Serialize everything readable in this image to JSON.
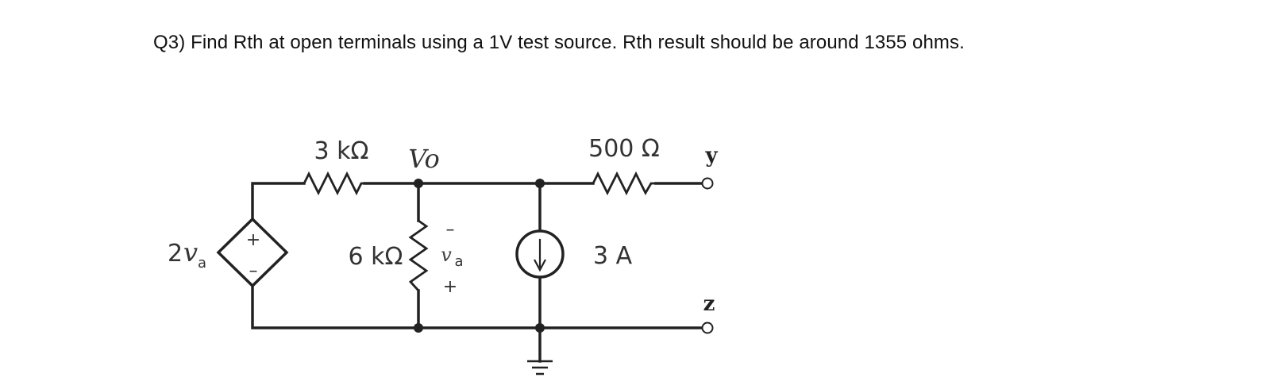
{
  "question": {
    "text": "Q3) Find Rth at open terminals using a 1V test source. Rth result should be around 1355 ohms."
  },
  "circuit": {
    "dependent_source": {
      "label_coef": "2",
      "label_var": "v",
      "label_sub": "a",
      "plus": "+",
      "minus": "–"
    },
    "resistor_3k": {
      "label": "3 kΩ"
    },
    "resistor_6k": {
      "label": "6 kΩ"
    },
    "resistor_500": {
      "label": "500 Ω"
    },
    "node_vo": {
      "label": "Vo"
    },
    "va_label": {
      "var": "v",
      "sub": "a",
      "minus": "–",
      "plus": "+"
    },
    "current_source": {
      "label": "3 A"
    },
    "terminal_y": {
      "label": "y"
    },
    "terminal_z": {
      "label": "z"
    }
  }
}
